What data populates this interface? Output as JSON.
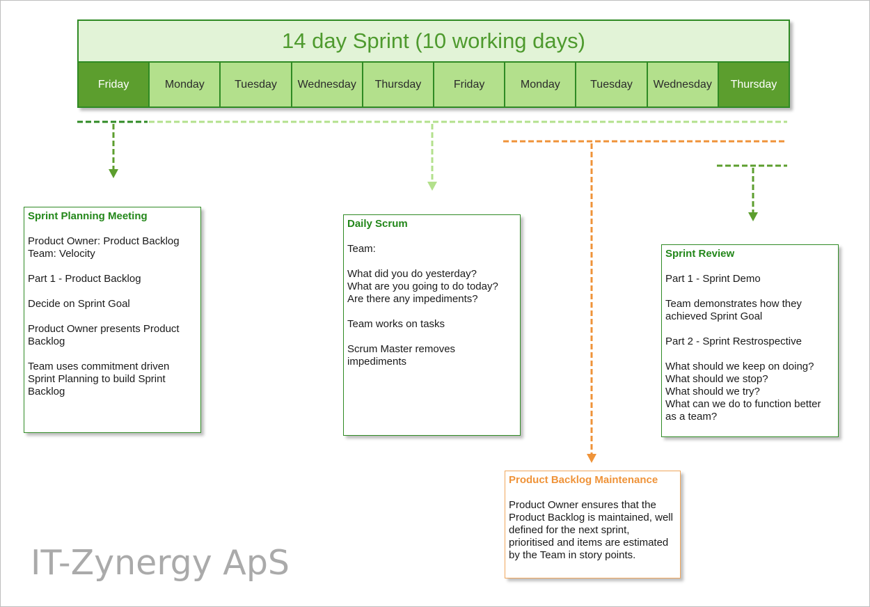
{
  "header": {
    "title": "14 day Sprint (10 working days)",
    "days": [
      {
        "label": "Friday",
        "highlight": true
      },
      {
        "label": "Monday",
        "highlight": false
      },
      {
        "label": "Tuesday",
        "highlight": false
      },
      {
        "label": "Wednesday",
        "highlight": false
      },
      {
        "label": "Thursday",
        "highlight": false
      },
      {
        "label": "Friday",
        "highlight": false
      },
      {
        "label": "Monday",
        "highlight": false
      },
      {
        "label": "Tuesday",
        "highlight": false
      },
      {
        "label": "Wednesday",
        "highlight": false
      },
      {
        "label": "Thursday",
        "highlight": true
      }
    ]
  },
  "boxes": {
    "planning": {
      "title": "Sprint Planning Meeting",
      "paragraphs": [
        "Product Owner: Product Backlog\nTeam: Velocity",
        "Part 1 - Product Backlog",
        "Decide on Sprint Goal",
        "Product Owner presents Product Backlog",
        "Team uses commitment driven Sprint Planning to build Sprint Backlog"
      ]
    },
    "daily": {
      "title": "Daily Scrum",
      "paragraphs": [
        "Team:",
        "What did you do yesterday?\nWhat are you going to do today?\nAre there any impediments?",
        "Team works on tasks",
        "Scrum Master removes impediments"
      ]
    },
    "review": {
      "title": "Sprint Review",
      "paragraphs": [
        "Part 1 - Sprint Demo",
        "Team demonstrates how they achieved Sprint Goal",
        "Part 2 - Sprint Restrospective",
        "What should we keep on doing?\nWhat should we stop?\nWhat should we try?\nWhat can we do to function better as a team?"
      ]
    },
    "maintenance": {
      "title": "Product Backlog Maintenance",
      "paragraphs": [
        "Product Owner ensures that the Product Backlog is maintained, well defined for the next sprint, prioritised and items are estimated by the Team in story points."
      ]
    }
  },
  "logo": "IT-Zynergy ApS",
  "colors": {
    "dark_green": "#2f8a24",
    "mid_green": "#5c9e2e",
    "light_green": "#b3e08c",
    "pale_green": "#e2f3d7",
    "orange": "#ef9339"
  }
}
